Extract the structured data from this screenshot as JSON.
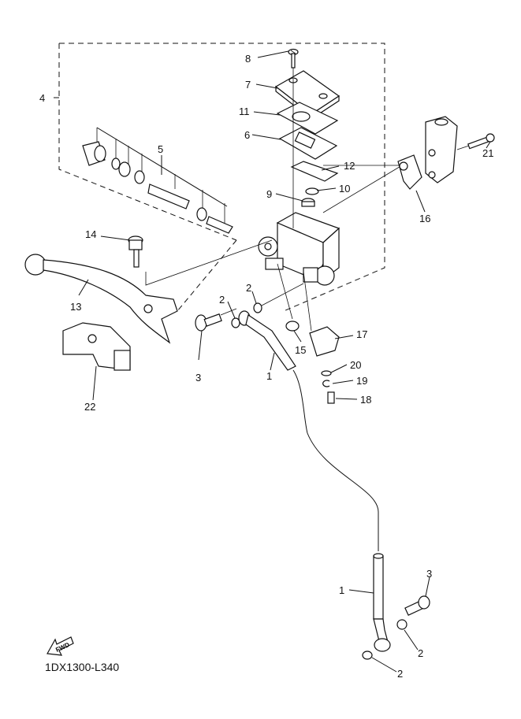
{
  "diagram": {
    "code": "1DX1300-L340",
    "fwd_label": "FWD",
    "callouts": [
      {
        "id": "c1a",
        "text": "1"
      },
      {
        "id": "c1b",
        "text": "1"
      },
      {
        "id": "c2a",
        "text": "2"
      },
      {
        "id": "c2b",
        "text": "2"
      },
      {
        "id": "c2c",
        "text": "2"
      },
      {
        "id": "c2d",
        "text": "2"
      },
      {
        "id": "c3a",
        "text": "3"
      },
      {
        "id": "c3b",
        "text": "3"
      },
      {
        "id": "c4",
        "text": "4"
      },
      {
        "id": "c5",
        "text": "5"
      },
      {
        "id": "c6",
        "text": "6"
      },
      {
        "id": "c7",
        "text": "7"
      },
      {
        "id": "c8",
        "text": "8"
      },
      {
        "id": "c9",
        "text": "9"
      },
      {
        "id": "c10",
        "text": "10"
      },
      {
        "id": "c11",
        "text": "11"
      },
      {
        "id": "c12",
        "text": "12"
      },
      {
        "id": "c13",
        "text": "13"
      },
      {
        "id": "c14",
        "text": "14"
      },
      {
        "id": "c15",
        "text": "15"
      },
      {
        "id": "c16",
        "text": "16"
      },
      {
        "id": "c17",
        "text": "17"
      },
      {
        "id": "c18",
        "text": "18"
      },
      {
        "id": "c19",
        "text": "19"
      },
      {
        "id": "c20",
        "text": "20"
      },
      {
        "id": "c21",
        "text": "21"
      },
      {
        "id": "c22",
        "text": "22"
      }
    ]
  }
}
